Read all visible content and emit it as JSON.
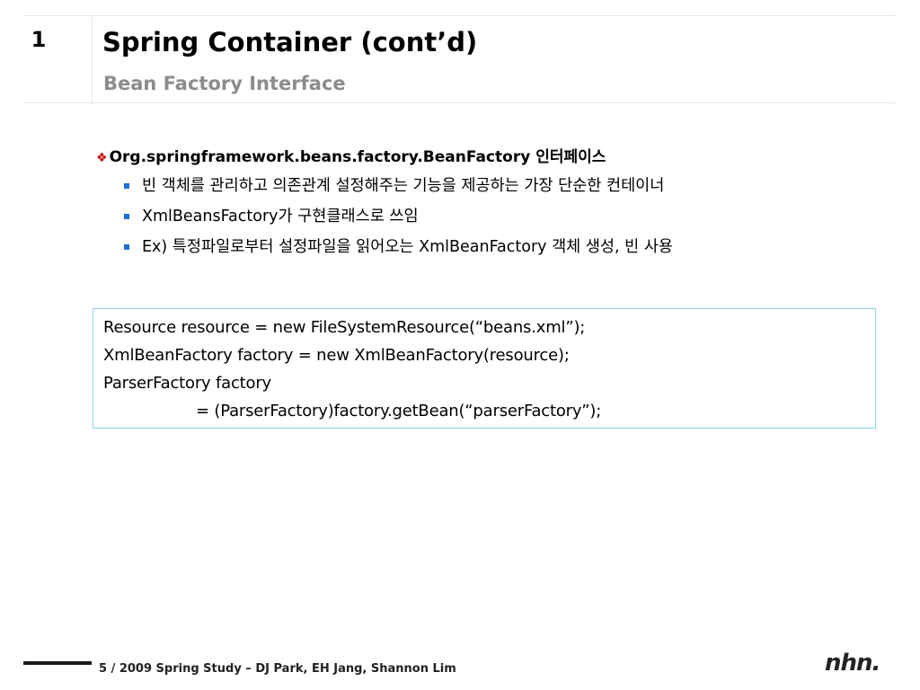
{
  "slide": {
    "number": "1",
    "title": "Spring Container (cont’d)",
    "subtitle": "Bean Factory Interface"
  },
  "content": {
    "heading": "Org.springframework.beans.factory.BeanFactory 인터페이스",
    "bullets": [
      "빈 객체를 관리하고 의존관계 설정해주는 기능을 제공하는 가장 단순한 컨테이너",
      "XmlBeansFactory가 구현클래스로 쓰임",
      "Ex) 특정파일로부터 설정파일을 읽어오는 XmlBeanFactory 객체 생성, 빈 사용"
    ]
  },
  "code": {
    "lines": [
      "Resource resource = new FileSystemResource(“beans.xml”);",
      "XmlBeanFactory factory = new XmlBeanFactory(resource);",
      "ParserFactory factory",
      "= (ParserFactory)factory.getBean(“parserFactory”);"
    ]
  },
  "footer": {
    "text": "5 / 2009 Spring Study – DJ Park, EH Jang, Shannon Lim",
    "logo": "nhn."
  },
  "colors": {
    "bullet_square": "#1f6fd0",
    "heading_diamond": "#c00000",
    "subtitle": "#8c8c8c",
    "code_border": "#8fd0e6"
  },
  "icons": {
    "heading_marker": "diamond-bullet-icon",
    "list_marker": "square-bullet-icon"
  }
}
